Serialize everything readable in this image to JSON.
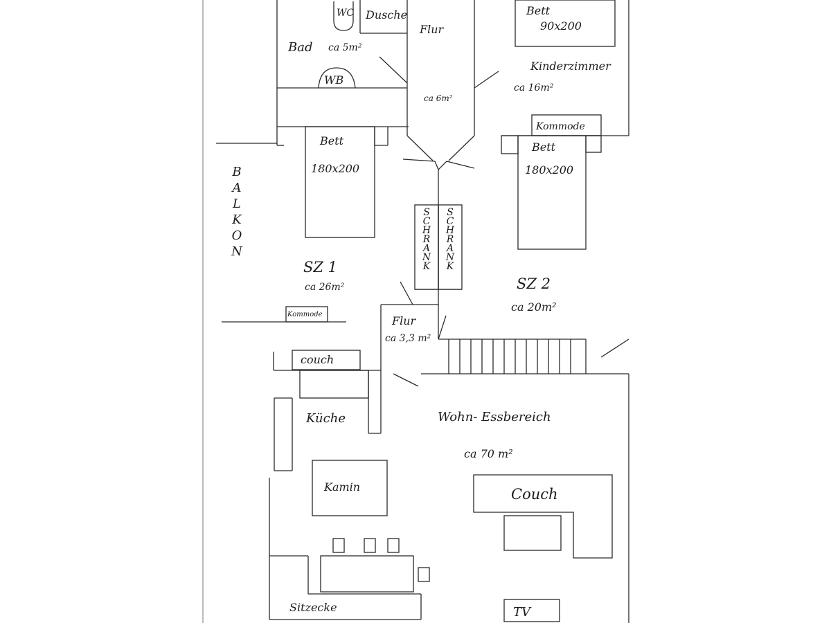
{
  "rooms": {
    "bad": {
      "wc": "WC",
      "dusche": "Dusche",
      "name": "Bad",
      "area": "ca 5m²",
      "wb": "WB"
    },
    "flur_top": {
      "name": "Flur",
      "area": "ca 6m²"
    },
    "kinderzimmer": {
      "bed_label": "Bett",
      "bed_size": "90x200",
      "name": "Kinderzimmer",
      "area": "ca 16m²"
    },
    "kommode_kz": "Kommode",
    "sz1": {
      "bed_label": "Bett",
      "bed_size": "180x200",
      "name": "SZ 1",
      "area": "ca 26m²",
      "kommode": "Kommode"
    },
    "sz2": {
      "bed_label": "Bett",
      "bed_size": "180x200",
      "name": "SZ 2",
      "area": "ca 20m²"
    },
    "balkon": [
      "B",
      "A",
      "L",
      "K",
      "O",
      "N"
    ],
    "schrank_left": [
      "S",
      "C",
      "H",
      "R",
      "A",
      "N",
      "K"
    ],
    "schrank_right": [
      "S",
      "C",
      "H",
      "R",
      "A",
      "N",
      "K"
    ],
    "flur_mid": {
      "name": "Flur",
      "area": "ca 3,3 m²"
    },
    "couch_small": "couch",
    "kueche": "Küche",
    "kamin": "Kamin",
    "wohn": {
      "name": "Wohn- Essbereich",
      "area": "ca 70 m²",
      "couch": "Couch"
    },
    "sitzecke": "Sitzecke",
    "tv": "TV"
  }
}
